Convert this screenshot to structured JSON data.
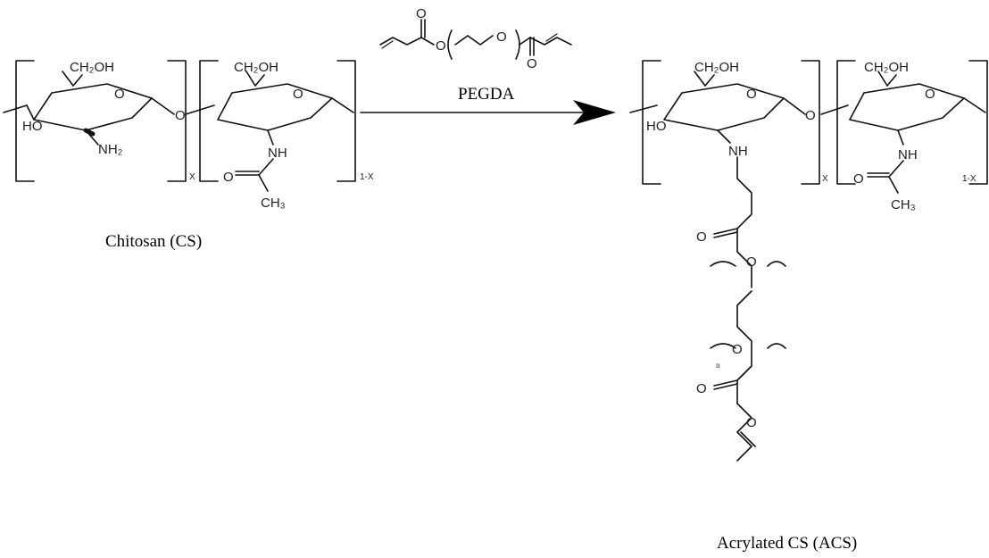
{
  "reagent": {
    "name": "PEGDA"
  },
  "reactant": {
    "name": "Chitosan (CS)",
    "unit1": {
      "sidechain": "CH₂OH",
      "hydroxyl": "HO",
      "amine": "NH₂",
      "repeat": "X"
    },
    "unit2": {
      "sidechain": "CH₂OH",
      "amide_nh": "NH",
      "methyl": "CH₃",
      "repeat": "1-X"
    },
    "glycosidic_o": "O"
  },
  "product": {
    "name": "Acrylated CS (ACS)",
    "unit1": {
      "sidechain": "CH₂OH",
      "hydroxyl": "HO",
      "amine": "NH",
      "repeat": "X"
    },
    "unit2": {
      "sidechain": "CH₂OH",
      "amide_nh": "NH",
      "methyl": "CH₃",
      "repeat": "1-X"
    },
    "glycosidic_o": "O",
    "chain_o": "O",
    "chain_n": "n"
  },
  "atoms": {
    "oxygen": "O",
    "ring_oxygen": "O"
  }
}
